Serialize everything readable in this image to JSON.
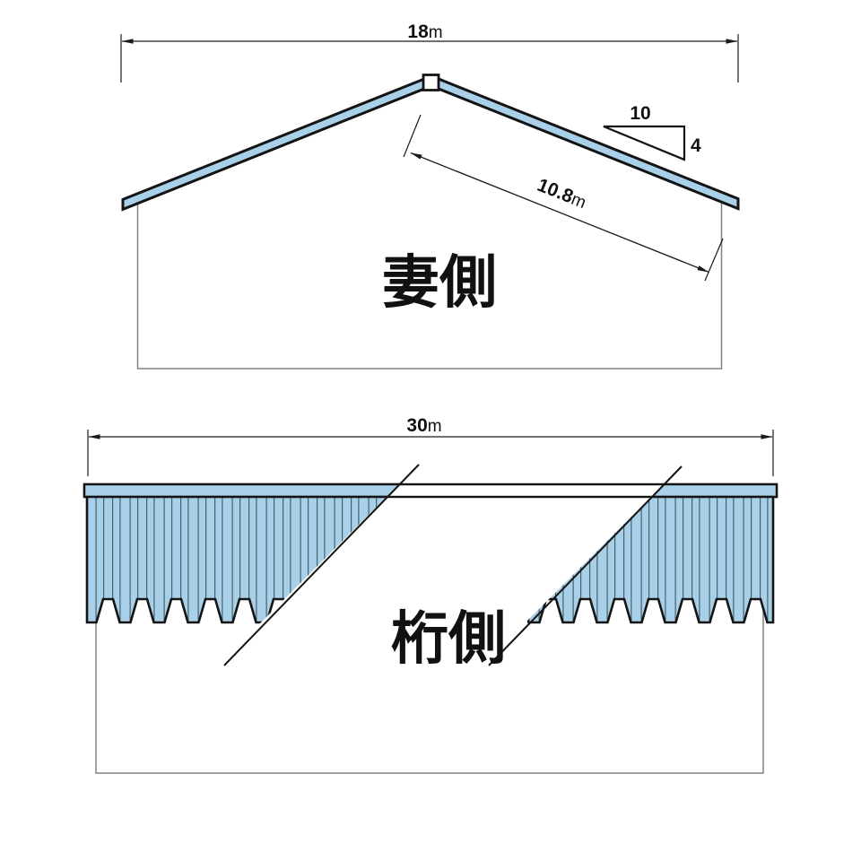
{
  "drawing": {
    "gable_view": {
      "name_label": "妻側",
      "span_dim": {
        "value": "18",
        "unit": "m"
      },
      "slope_dim": {
        "value": "10.8",
        "unit": "m"
      },
      "pitch": {
        "run": "10",
        "rise": "4"
      }
    },
    "eave_view": {
      "name_label": "桁側",
      "span_dim": {
        "value": "30",
        "unit": "m"
      }
    }
  },
  "colors": {
    "panel_blue": "#a8d0e8",
    "outline": "#141414",
    "wall_gray": "#808080",
    "rib_gray": "#4a5f6b",
    "dim_line": "#1a1a1a"
  }
}
